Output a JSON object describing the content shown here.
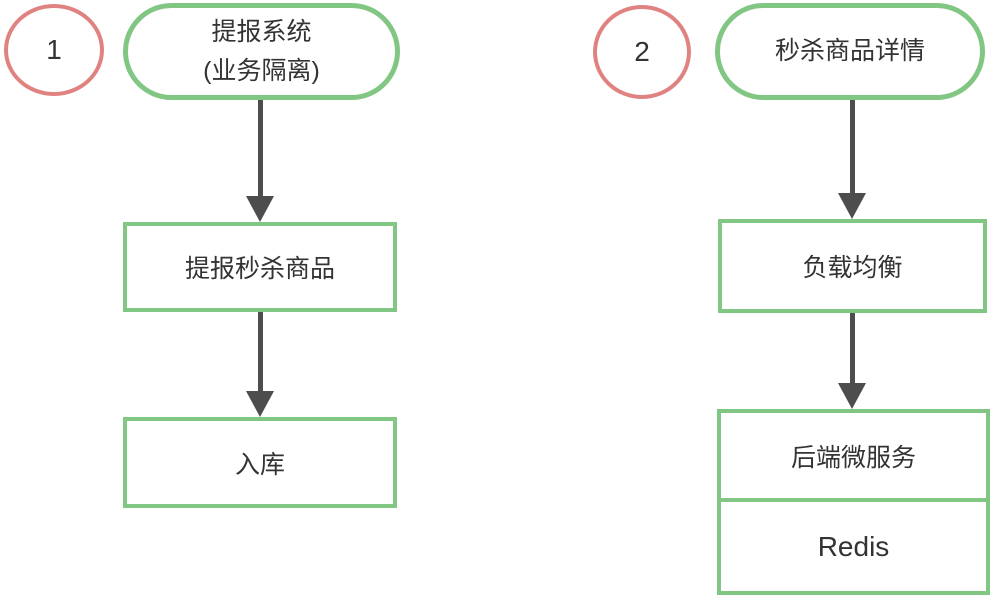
{
  "colors": {
    "background": "#ffffff",
    "node_border_green": "#82c684",
    "badge_border_red": "#e08380",
    "arrow_gray": "#4d4d4d",
    "text_dark": "#333333"
  },
  "flows": [
    {
      "badge": "1",
      "start_node": {
        "line1": "提报系统",
        "line2": "(业务隔离)"
      },
      "steps": [
        {
          "label": "提报秒杀商品"
        },
        {
          "label": "入库"
        }
      ]
    },
    {
      "badge": "2",
      "start_node": {
        "line1": "秒杀商品详情"
      },
      "steps": [
        {
          "label": "负载均衡"
        }
      ],
      "stack": [
        {
          "label": "后端微服务"
        },
        {
          "label": "Redis"
        }
      ]
    }
  ]
}
